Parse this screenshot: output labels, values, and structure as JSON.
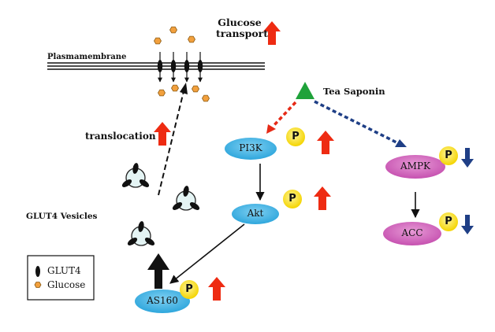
{
  "labels": {
    "membrane": "Plasmamembrane",
    "glucose_transport_line1": "Glucose",
    "glucose_transport_line2": "transport",
    "tea_saponin": "Tea Saponin",
    "translocation": "translocation",
    "glut4_vesicles": "GLUT4 Vesicles"
  },
  "nodes": {
    "pi3k": "PI3K",
    "akt": "Akt",
    "as160": "AS160",
    "ampk": "AMPK",
    "acc": "ACC"
  },
  "phospho_label": "P",
  "legend": {
    "glut4": "GLUT4",
    "glucose": "Glucose"
  },
  "colors": {
    "up_arrow": "#ee2b12",
    "down_arrow": "#1f3f86",
    "akt_pathway_node": "#2ea6dc",
    "ampk_pathway_node": "#c651b0",
    "phospho_circle": "#ffe82e",
    "tea_saponin_triangle": "#1fa23a",
    "glucose_hexagon": "#f2a03d",
    "inhibition_dotted": "#e62a16",
    "activation_dotted": "#1f3f86"
  },
  "effects": {
    "pi3k": "up",
    "akt": "up",
    "as160": "up",
    "ampk": "down",
    "acc": "down",
    "glucose_transport": "up",
    "translocation": "up"
  }
}
